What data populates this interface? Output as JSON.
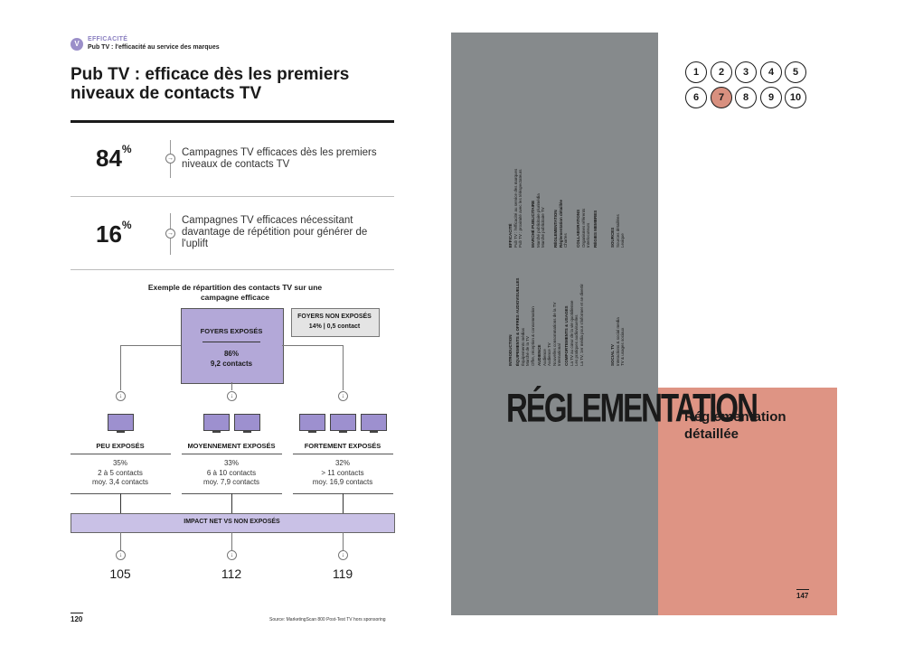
{
  "left_page": {
    "badge": "V",
    "section_label": "EFFICACITÉ",
    "section_subtitle": "Pub TV : l'efficacité au service des marques",
    "title": "Pub TV : efficace dès les premiers niveaux de contacts TV",
    "stats": [
      {
        "value": "84",
        "unit": "%",
        "text": "Campagnes TV efficaces dès les premiers niveaux de contacts TV"
      },
      {
        "value": "16",
        "unit": "%",
        "text": "Campagnes TV efficaces nécessitant davantage de répétition pour générer de l'uplift"
      }
    ],
    "chart": {
      "title": "Exemple de répartition des contacts TV sur une campagne efficace",
      "exposed_title": "FOYERS EXPOSÉS",
      "exposed_pct": "86%",
      "exposed_contacts": "9,2 contacts",
      "non_exposed_title": "FOYERS NON EXPOSÉS",
      "non_exposed_value": "14% | 0,5 contact",
      "groups": [
        {
          "label": "PEU EXPOSÉS",
          "pct": "35%",
          "contacts": "2 à 5 contacts",
          "avg": "moy. 3,4 contacts",
          "tv_count": 1,
          "result": "105"
        },
        {
          "label": "MOYENNEMENT EXPOSÉS",
          "pct": "33%",
          "contacts": "6 à 10 contacts",
          "avg": "moy. 7,9 contacts",
          "tv_count": 2,
          "result": "112"
        },
        {
          "label": "FORTEMENT EXPOSÉS",
          "pct": "32%",
          "contacts": "> 11 contacts",
          "avg": "moy. 16,9 contacts",
          "tv_count": 3,
          "result": "119"
        }
      ],
      "impact_label": "IMPACT NET VS NON EXPOSÉS"
    },
    "page_number": "120",
    "source": "Source: MarketingScan 800 Post-Test TV hors sponsoring"
  },
  "right_page": {
    "chapters": [
      "1",
      "2",
      "3",
      "4",
      "5",
      "6",
      "7",
      "8",
      "9",
      "10"
    ],
    "active_chapter": "7",
    "big_word": "RÉGLEMENTATION",
    "salmon_title": "Réglementation détaillée",
    "page_number": "147",
    "toc_upper": [
      [
        "EFFICACITÉ",
        "Pub TV : l'efficacité au service des marques",
        "Pub TV : proximité avec les téléspectateurs"
      ],
      [
        "MARCHÉ PUBLICITAIRE",
        "Marché publicitaire plurimédia",
        "Marché publicitaire TV"
      ],
      [
        "RÉGLEMENTATION",
        "Réglementation détaillée",
        "Chartes"
      ],
      [
        "COLLABORATIONS",
        "Organismes référents",
        "Interlocuteurs"
      ],
      [
        "RÉGIES MEMBRES"
      ],
      [
        "SOURCES",
        "Sources détaillées",
        "Lexique"
      ]
    ],
    "toc_lower": [
      [
        "INTRODUCTION"
      ],
      [
        "ÉQUIPEMENTS & OFFRES AUDIOVISUELLES",
        "Équipements médias",
        "Marché de la TV",
        "Offre, réception & consommation"
      ],
      [
        "AUDIENCE",
        "Audience",
        "Audience TV",
        "Nouvelles consommations de la TV",
        "International"
      ],
      [
        "COMPORTEMENTS & USAGES",
        "La TV au cœur de la vie quotidienne",
        "Les pratiques audiovisuelles",
        "La TV, 1er média pour s'informer et se divertir"
      ],
      [
        "SOCIAL TV",
        "Interactions & social media",
        "TV & usages sociaux"
      ]
    ]
  }
}
